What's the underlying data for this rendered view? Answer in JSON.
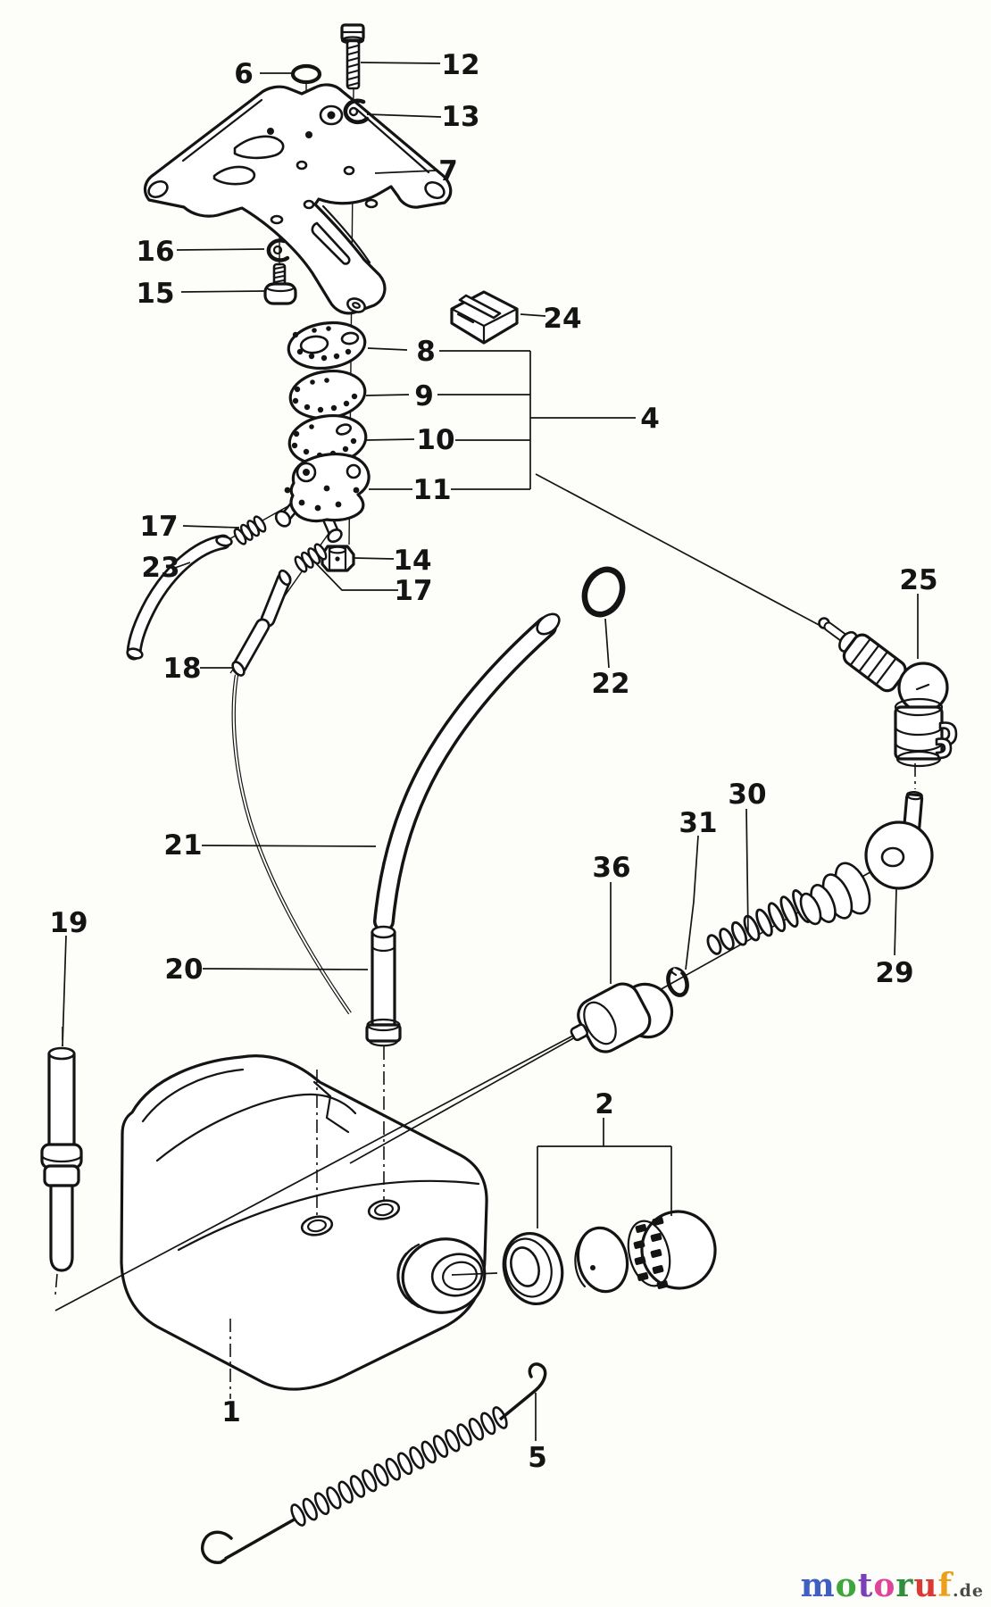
{
  "figure": {
    "background": "#fdfdfa",
    "line_color": "#141414",
    "description_type": "exploded-parts-diagram"
  },
  "callouts": {
    "c1": "1",
    "c2": "2",
    "c4": "4",
    "c5": "5",
    "c6": "6",
    "c7": "7",
    "c8": "8",
    "c9": "9",
    "c10": "10",
    "c11": "11",
    "c12": "12",
    "c13": "13",
    "c14": "14",
    "c15": "15",
    "c16": "16",
    "c17a": "17",
    "c17b": "17",
    "c18": "18",
    "c19": "19",
    "c20": "20",
    "c21": "21",
    "c22": "22",
    "c23": "23",
    "c24": "24",
    "c25": "25",
    "c29": "29",
    "c30": "30",
    "c31": "31",
    "c36": "36"
  },
  "watermark": {
    "letters": [
      {
        "ch": "m",
        "color": "#3f5fc2"
      },
      {
        "ch": "o",
        "color": "#3fa53f"
      },
      {
        "ch": "t",
        "color": "#7d3fb8"
      },
      {
        "ch": "o",
        "color": "#e0449a"
      },
      {
        "ch": "r",
        "color": "#2f8f3f"
      },
      {
        "ch": "u",
        "color": "#d93a35"
      },
      {
        "ch": "f",
        "color": "#e8a01d"
      }
    ],
    "suffix": {
      "text": ".de",
      "color": "#4a4a4a"
    }
  }
}
